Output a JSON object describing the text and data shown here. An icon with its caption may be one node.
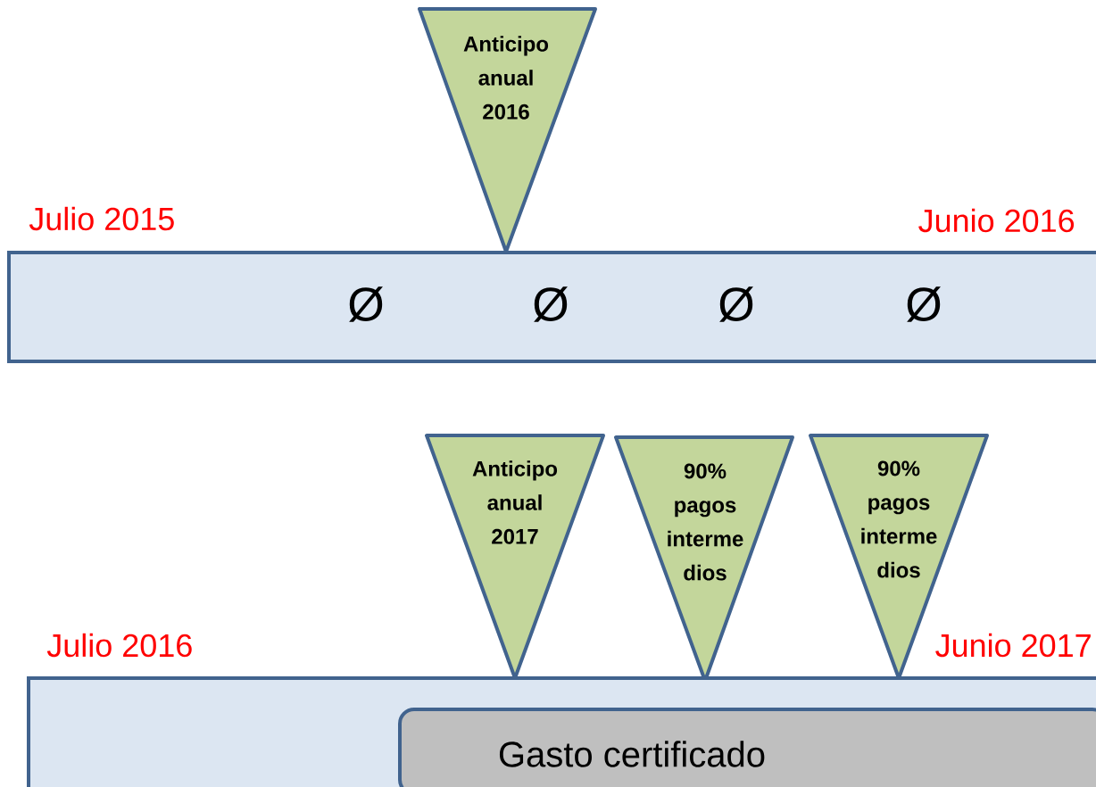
{
  "diagram": {
    "nodes": [
      {
        "text": [
          "Anticipo anual 2016"
        ]
      },
      {
        "text": [
          "Ø",
          "Ø",
          "Ø",
          "Ø"
        ]
      },
      {
        "text": [
          "Anticipo anual 2017"
        ]
      },
      {
        "text": [
          "90% pagos interme dios"
        ]
      },
      {
        "text": [
          "90% pagos interme dios"
        ]
      },
      {
        "text": [],
        "shape": "bar"
      },
      {
        "text": [
          "Gasto certificado"
        ],
        "in": 5
      }
    ],
    "labels": [
      "Julio 2015",
      "Junio 2016",
      "Julio 2016",
      "Junio 2017"
    ]
  }
}
